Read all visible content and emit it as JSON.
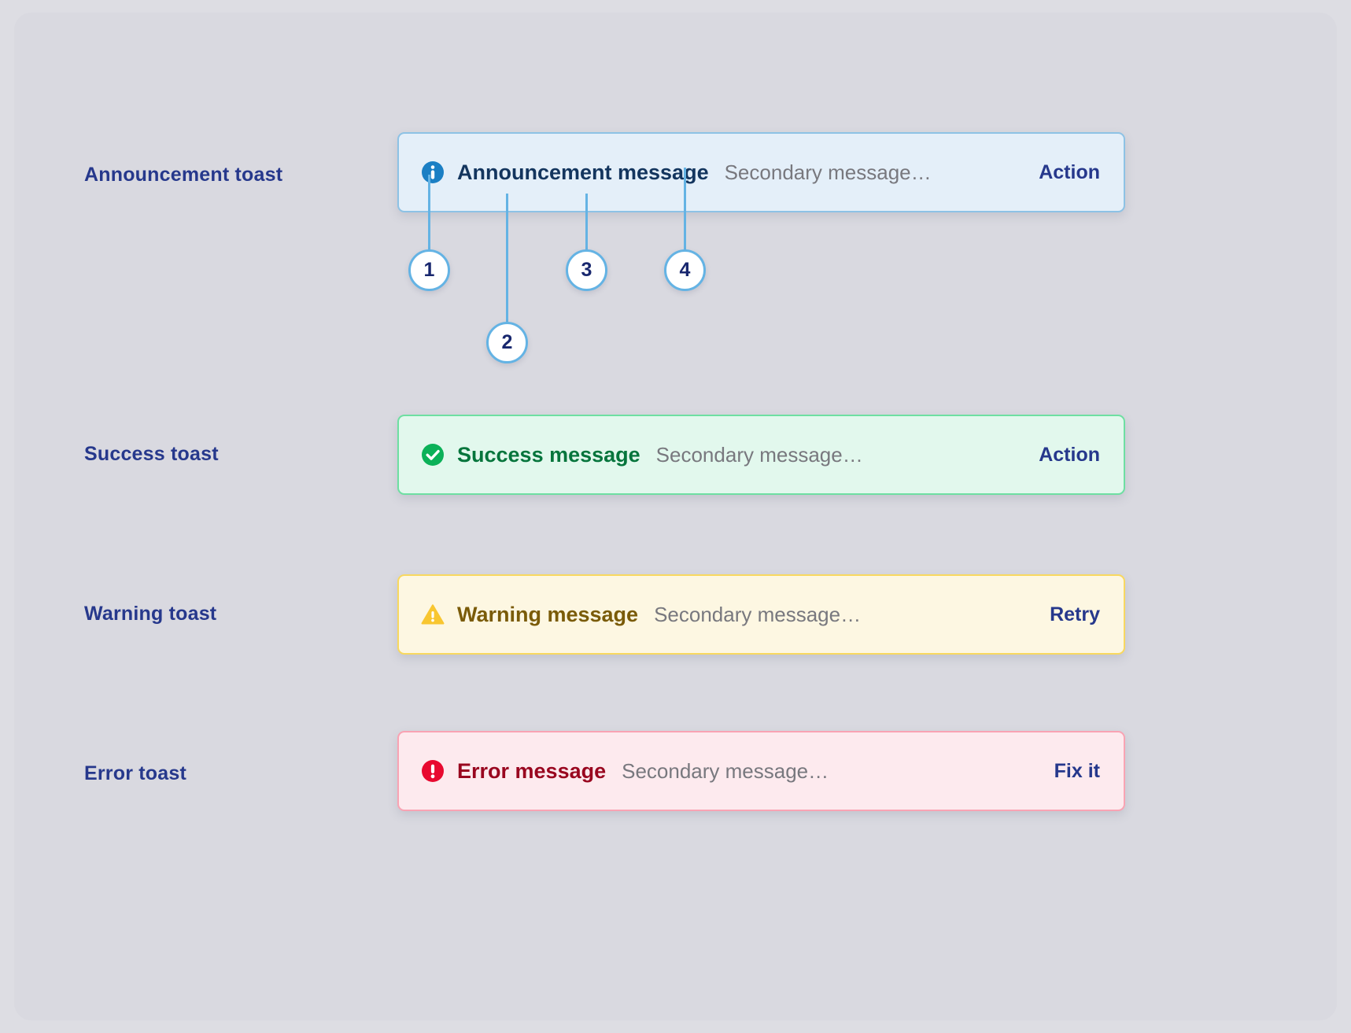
{
  "page": {
    "background_color": "#dddde3",
    "panel_color": "#d9d9e0",
    "label_color": "#26388c",
    "accent_color": "#64b3e4"
  },
  "rows": [
    {
      "label": "Announcement toast"
    },
    {
      "label": "Success toast"
    },
    {
      "label": "Warning toast"
    },
    {
      "label": "Error toast"
    }
  ],
  "toasts": {
    "announcement": {
      "icon": "info-circle-icon",
      "primary": "Announcement message",
      "secondary": "Secondary message…",
      "action": "Action",
      "background_color": "#e4eff9",
      "border_color": "#8dc2e5",
      "icon_color": "#1b7fc4",
      "primary_color": "#13355e",
      "action_color": "#26388c"
    },
    "success": {
      "icon": "check-circle-icon",
      "primary": "Success message",
      "secondary": "Secondary message…",
      "action": "Action",
      "background_color": "#e2f8ed",
      "border_color": "#6edfa2",
      "icon_color": "#0bb158",
      "primary_color": "#06753c",
      "action_color": "#26388c"
    },
    "warning": {
      "icon": "warning-triangle-icon",
      "primary": "Warning message",
      "secondary": "Secondary message…",
      "action": "Retry",
      "background_color": "#fdf7e2",
      "border_color": "#f8d85f",
      "icon_color": "#f8c630",
      "primary_color": "#7a5b08",
      "action_color": "#26388c"
    },
    "error": {
      "icon": "error-circle-icon",
      "primary": "Error message",
      "secondary": "Secondary message…",
      "action": "Fix it",
      "background_color": "#fdeaee",
      "border_color": "#f9a3b3",
      "icon_color": "#e8092f",
      "primary_color": "#99061f",
      "action_color": "#26388c"
    }
  },
  "callouts": [
    {
      "number": "1"
    },
    {
      "number": "2"
    },
    {
      "number": "3"
    },
    {
      "number": "4"
    }
  ]
}
